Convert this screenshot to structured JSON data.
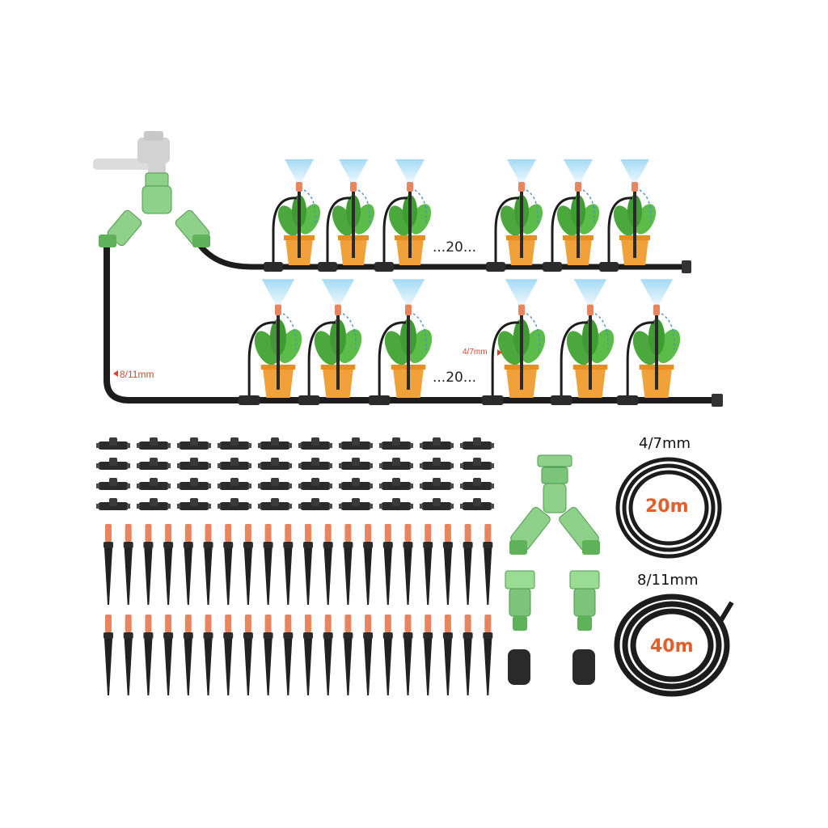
{
  "diagram": {
    "main_tube_label": "8/11mm",
    "branch_tube_label": "4/7mm",
    "row_count_label_top": "...20...",
    "row_count_label_bottom": "...20..."
  },
  "kit": {
    "tube_small": {
      "size": "4/7mm",
      "length": "20m"
    },
    "tube_large": {
      "size": "8/11mm",
      "length": "40m"
    },
    "tee_connector_count": 40,
    "sprinkler_stake_count": 40
  },
  "colors": {
    "tube": "#1c1c1c",
    "fitting_green": "#8fd18b",
    "fitting_dark_green": "#4e9a4c",
    "nozzle_orange": "#e8855e",
    "pot_orange": "#f0a13a",
    "leaf_green": "#4aa83c",
    "mist_blue": "#9fd8f5",
    "label_red": "#d9452b",
    "length_orange": "#e35f2a",
    "faucet_gray": "#d9d9d9"
  }
}
